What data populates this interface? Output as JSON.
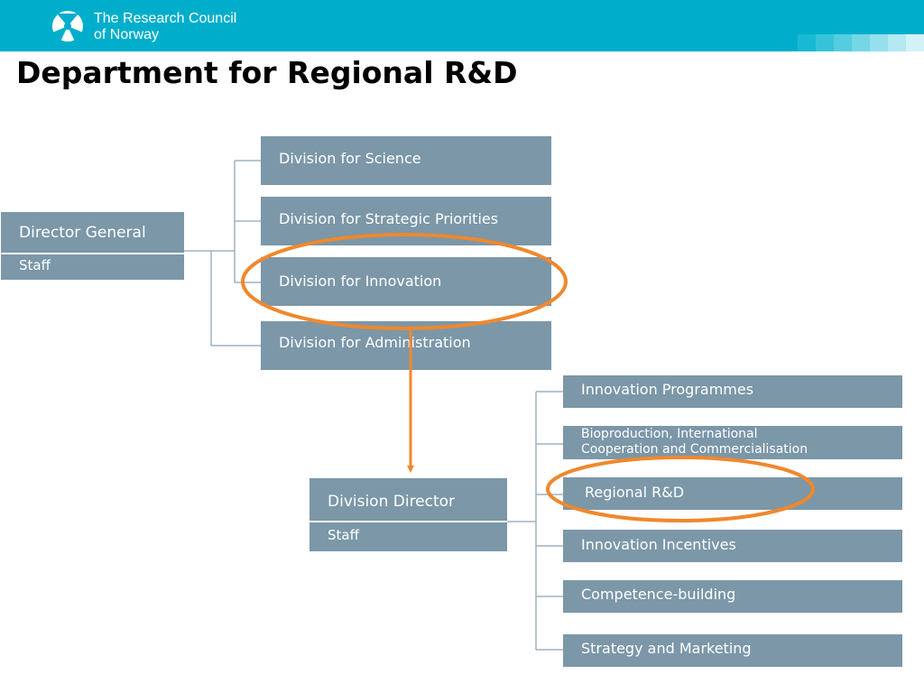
{
  "header": {
    "org_name_line1": "The Research Council",
    "org_name_line2": "of Norway",
    "accent_color": "#00aecb"
  },
  "page": {
    "title": "Department for Regional R&D"
  },
  "top_chart": {
    "root": {
      "title": "Director General",
      "subtitle": "Staff"
    },
    "divisions": [
      "Division for  Science",
      "Division for Strategic Priorities",
      "Division for Innovation",
      "Division for Administration"
    ]
  },
  "bottom_chart": {
    "root": {
      "title": "Division Director",
      "subtitle": "Staff"
    },
    "departments": [
      "Innovation Programmes",
      "Bioproduction, International",
      "Cooperation and Commercialisation",
      "Regional R&D",
      "Innovation Incentives",
      "Competence-building",
      "Strategy and Marketing"
    ]
  },
  "colors": {
    "box": "#7b97a8",
    "highlight": "#f0882d",
    "connector": "#9eb2bf"
  }
}
